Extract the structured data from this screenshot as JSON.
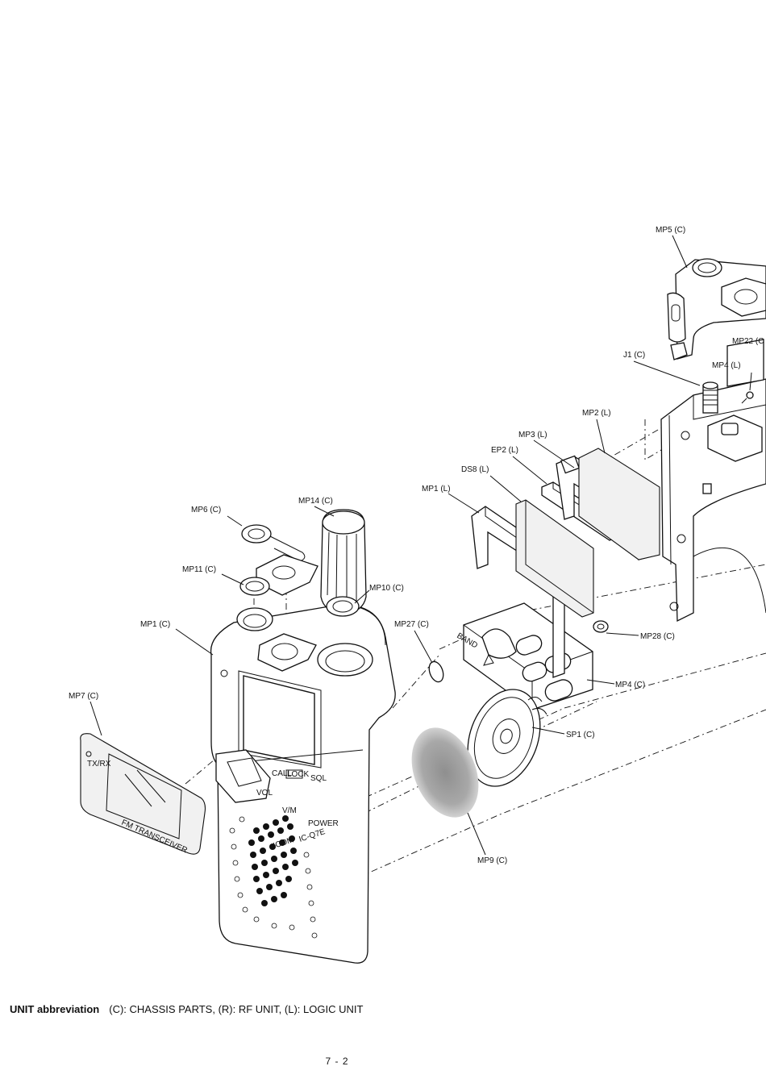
{
  "labels": {
    "mp5": "MP5 (C)",
    "mp22": "MP22 (C",
    "j1": "J1 (C)",
    "mp4l": "MP4 (L)",
    "mp2": "MP2 (L)",
    "mp3": "MP3 (L)",
    "ep2": "EP2  (L)",
    "ds8": "DS8 (L)",
    "mp1l": "MP1 (L)",
    "mp14": "MP14 (C)",
    "mp6": "MP6 (C)",
    "mp11": "MP11 (C)",
    "mp10": "MP10 (C)",
    "mp1c": "MP1 (C)",
    "mp27": "MP27 (C)",
    "mp28": "MP28 (C)",
    "mp4c": "MP4 (C)",
    "mp7": "MP7 (C)",
    "sp1": "SP1 (C)",
    "mp9": "MP9 (C)"
  },
  "printed": {
    "txrx": "TX/RX",
    "fm": "FM TRANSCEIVER",
    "call": "CALL",
    "lock": "LOCK",
    "sql": "SQL",
    "vol": "VOL",
    "vm": "V/M",
    "power": "POWER",
    "icom": "ICOM",
    "model": "IC-Q7E",
    "band": "BAND"
  },
  "footer": {
    "key": "UNIT abbreviation",
    "text": "(C): CHASSIS PARTS, (R): RF UNIT, (L): LOGIC UNIT"
  },
  "page_number": "7 - 2"
}
